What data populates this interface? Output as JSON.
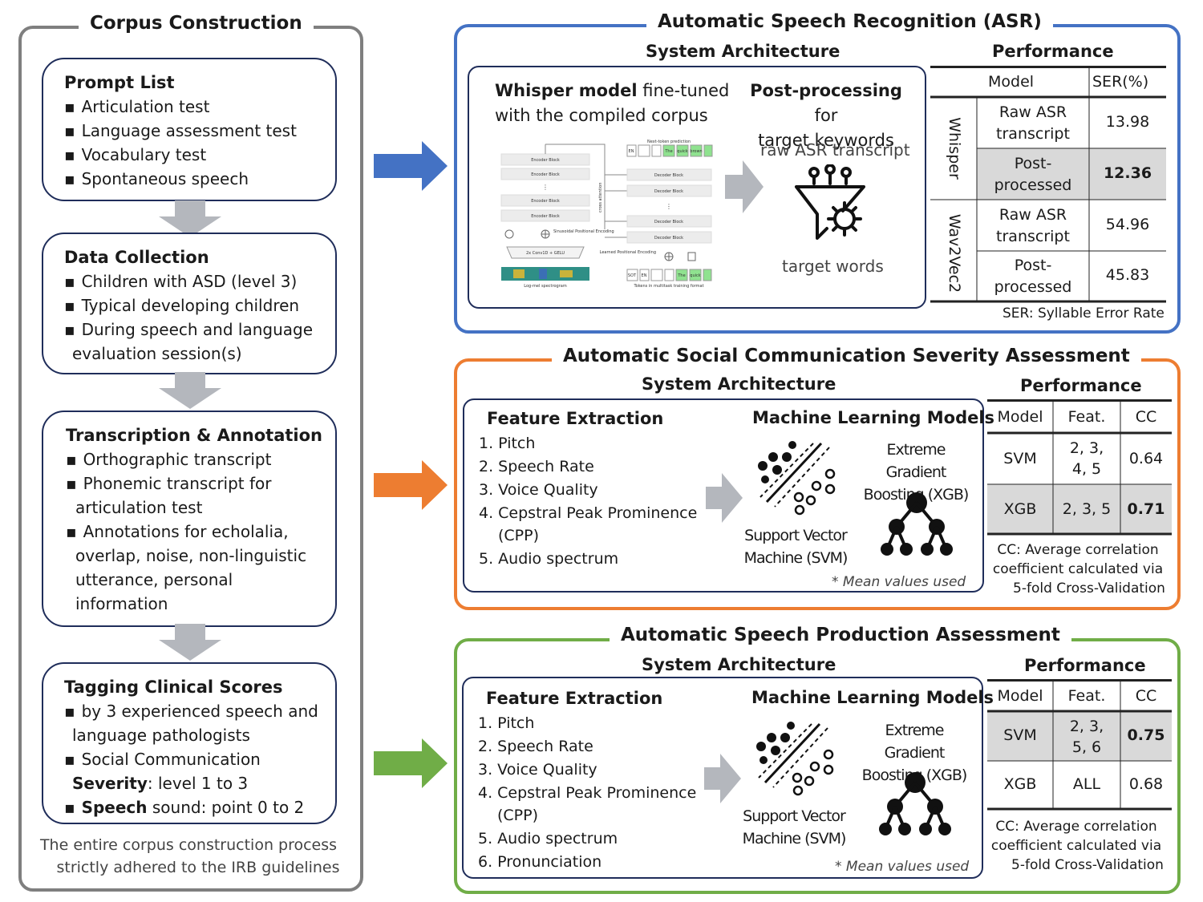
{
  "corpus": {
    "title": "Corpus Construction",
    "steps": [
      {
        "heading": "Prompt List",
        "items": [
          "Articulation test",
          "Language assessment test",
          "Vocabulary test",
          "Spontaneous speech"
        ]
      },
      {
        "heading": "Data Collection",
        "items": [
          "Children with ASD (level 3)",
          "Typical developing children",
          "During speech and language",
          "evaluation session(s)"
        ]
      },
      {
        "heading": "Transcription & Annotation",
        "items": [
          "Orthographic transcript",
          "Phonemic transcript for",
          "articulation test",
          "Annotations for echolalia,",
          "overlap, noise, non-linguistic",
          "utterance, personal",
          "information"
        ]
      },
      {
        "heading": "Tagging Clinical Scores",
        "items": [
          "by 3 experienced speech and",
          "language pathologists",
          "Social Communication",
          "Severity",
          ": level 1 to 3",
          "Speech",
          " sound: point 0 to 2"
        ]
      }
    ],
    "footnote": [
      "The entire corpus construction process",
      "strictly  adhered to the IRB guidelines"
    ]
  },
  "asr": {
    "title": "Automatic Speech Recognition (ASR)",
    "arch_title": "System Architecture",
    "whisper_bold": "Whisper model",
    "whisper_rest1": " fine-tuned",
    "whisper_rest2": "with the compiled corpus",
    "post_bold": "Post-processing",
    "post_rest1": " for",
    "post_rest2": "target keywords",
    "raw_label": "raw ASR transcript",
    "target_label": "target words",
    "diagram_labels": [
      "Encoder Block",
      "Encoder Block",
      "Encoder Block",
      "Encoder Block",
      "Decoder Block",
      "Decoder Block",
      "Decoder Block",
      "Decoder Block",
      "2x Conv1D + GELU",
      "Log-mel spectrogram",
      "Sinusoidal Positional Encoding",
      "Learned Positional Encoding",
      "Next-token prediction",
      "Tokens in multitask training format",
      "cross attention"
    ],
    "perf_title": "Performance",
    "col_model": "Model",
    "col_ser": "SER(%)",
    "groups": [
      "Whisper",
      "Wav2Vec2"
    ],
    "rows": [
      {
        "label1": "Raw ASR",
        "label2": "transcript",
        "value": "13.98"
      },
      {
        "label1": "Post-",
        "label2": "processed",
        "value": "12.36"
      },
      {
        "label1": "Raw ASR",
        "label2": "transcript",
        "value": "54.96"
      },
      {
        "label1": "Post-",
        "label2": "processed",
        "value": "45.83"
      }
    ],
    "footnote": "SER: Syllable Error Rate"
  },
  "social": {
    "title": "Automatic Social Communication Severity Assessment",
    "arch_title": "System Architecture",
    "feat_title": "Feature Extraction",
    "features": [
      "1. Pitch",
      "2. Speech Rate",
      "3. Voice Quality",
      "4. Cepstral Peak Prominence",
      "(CPP)",
      "5. Audio spectrum"
    ],
    "ml_title": "Machine Learning Models",
    "xgb_label": [
      "Extreme Gradient",
      "Boosting (XGB)"
    ],
    "svm_label": [
      "Support Vector",
      "Machine (SVM)"
    ],
    "mean_note": "* Mean values used",
    "perf_title": "Performance",
    "cols": [
      "Model",
      "Feat.",
      "CC"
    ],
    "rows": [
      {
        "model": "SVM",
        "feat1": "2, 3,",
        "feat2": "4, 5",
        "cc": "0.64"
      },
      {
        "model": "XGB",
        "feat1": "2, 3, 5",
        "feat2": "",
        "cc": "0.71"
      }
    ],
    "footnote": [
      "CC: Average correlation",
      "coefficient calculated via",
      "5-fold Cross-Validation"
    ]
  },
  "speech": {
    "title": "Automatic Speech Production Assessment",
    "arch_title": "System Architecture",
    "feat_title": "Feature Extraction",
    "features": [
      "1. Pitch",
      "2. Speech Rate",
      "3. Voice Quality",
      "4. Cepstral Peak Prominence",
      "(CPP)",
      "5. Audio spectrum",
      "6. Pronunciation"
    ],
    "ml_title": "Machine Learning Models",
    "xgb_label": [
      "Extreme Gradient",
      "Boosting (XGB)"
    ],
    "svm_label": [
      "Support Vector",
      "Machine (SVM)"
    ],
    "mean_note": "* Mean values used",
    "perf_title": "Performance",
    "cols": [
      "Model",
      "Feat.",
      "CC"
    ],
    "rows": [
      {
        "model": "SVM",
        "feat1": "2, 3,",
        "feat2": "5, 6",
        "cc": "0.75"
      },
      {
        "model": "XGB",
        "feat1": "ALL",
        "feat2": "",
        "cc": "0.68"
      }
    ],
    "footnote": [
      "CC: Average correlation",
      "coefficient calculated via",
      "5-fold Cross-Validation"
    ]
  },
  "colors": {
    "asr": "#4472c4",
    "social": "#ed7d31",
    "speech": "#70ad47",
    "corpus": "#7f7f7f",
    "arrow_gray": "#b4b7bd",
    "box_border": "#1f2d5a"
  }
}
